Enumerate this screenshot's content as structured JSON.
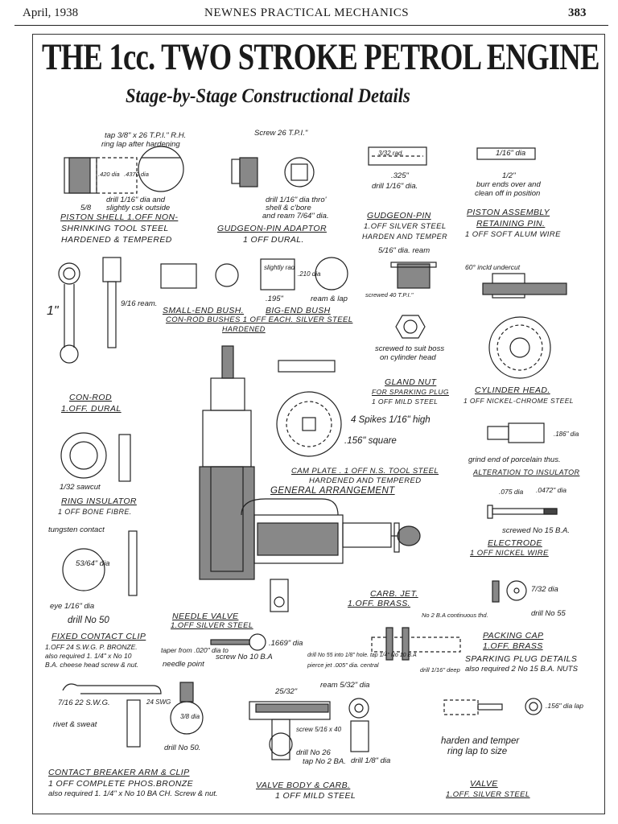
{
  "header": {
    "date": "April, 1938",
    "publication": "NEWNES PRACTICAL MECHANICS",
    "page_number": "383"
  },
  "title": "THE 1cc. TWO STROKE PETROL ENGINE",
  "subtitle": "Stage-by-Stage Constructional Details",
  "captions": {
    "piston_shell": [
      "PISTON SHELL 1.OFF NON-",
      "SHRINKING TOOL STEEL",
      "HARDENED & TEMPERED"
    ],
    "gudgeon_pin_adaptor": [
      "GUDGEON-PIN ADAPTOR",
      "1 OFF DURAL."
    ],
    "gudgeon_pin": [
      "GUDGEON-PIN",
      "1.OFF SILVER STEEL",
      "HARDEN AND TEMPER"
    ],
    "retaining_pin": [
      "PISTON ASSEMBLY",
      "RETAINING PIN.",
      "1 OFF SOFT ALUM WIRE"
    ],
    "small_end_bush": "SMALL-END BUSH.",
    "big_end_bush": "BIG-END BUSH",
    "con_rod_bushes": [
      "CON-ROD BUSHES 1 OFF EACH. SILVER STEEL",
      "HARDENED"
    ],
    "con_rod": [
      "CON-ROD",
      "1.OFF. DURAL"
    ],
    "gland_nut": [
      "GLAND NUT",
      "FOR SPARKING PLUG",
      "1 OFF MILD STEEL"
    ],
    "cylinder_head": [
      "CYLINDER HEAD.",
      "1 OFF NICKEL-CHROME STEEL"
    ],
    "cam_plate": [
      "CAM PLATE . 1 OFF N.S. TOOL STEEL",
      "HARDENED AND TEMPERED"
    ],
    "general_arrangement": "GENERAL ARRANGEMENT",
    "insulator": "ALTERATION TO INSULATOR",
    "ring_insulator": [
      "RING INSULATOR",
      "1 OFF BONE FIBRE."
    ],
    "electrode": [
      "ELECTRODE",
      "1 OFF NICKEL WIRE"
    ],
    "carb_jet": [
      "CARB. JET.",
      "1.OFF. BRASS."
    ],
    "needle_valve": [
      "NEEDLE VALVE",
      "1.OFF SILVER STEEL"
    ],
    "fixed_contact_clip": [
      "FIXED CONTACT CLIP",
      "1.OFF 24 S.W.G. P. BRONZE.",
      "also required 1. 1/4\" x No 10",
      "B.A. cheese head screw & nut."
    ],
    "packing_cap": [
      "PACKING CAP",
      "1.OFF. BRASS"
    ],
    "sparking_plug": [
      "SPARKING PLUG DETAILS",
      "also required 2 No 15 B.A. NUTS"
    ],
    "contact_breaker": [
      "CONTACT BREAKER ARM & CLIP",
      "1 OFF COMPLETE PHOS.BRONZE",
      "also required 1. 1/4\" x No 10 BA CH. Screw & nut."
    ],
    "valve_body": [
      "VALVE BODY & CARB.",
      "1 OFF MILD STEEL"
    ],
    "valve": [
      "VALVE",
      "1.OFF. SILVER STEEL"
    ],
    "valve_note": [
      "harden and temper",
      "ring lap to size"
    ]
  },
  "notes": {
    "tap": "tap 3/8\" x 26 T.P.I.\" R.H.",
    "ring_lap": "ring lap after hardening",
    "dia_420": ".420 dia",
    "dia_4370": ".4370 dia",
    "drill_piston": "drill 1/16\" dia and",
    "csk": "slightly csk outside",
    "five_eighths": "5/8",
    "screw26": "Screw 26 T.P.I.\"",
    "drill_adaptor": "drill 1/16\" dia thro'",
    "shell_cbore": "shell & c'bore",
    "ream_adaptor": "and ream 7/64\" dia.",
    "rad": "3/32 rad.",
    "dia_325": ".325\"",
    "drill_gpin": "drill 1/16\" dia.",
    "dia_116": "1/16\" dia",
    "half": "1/2\"",
    "burr": "burr ends over and",
    "clean": "clean off in position",
    "one_inch": "1\"",
    "ream_916": "9/16 ream.",
    "slightly_rad": "slightly rad",
    "dia_210": ".210 dia",
    "dia_195": ".195\"",
    "ream_lap": "ream & lap",
    "ream_516": "5/16\" dia. ream",
    "screwed40": "screwed 40 T.P.I.\"",
    "screwed_suit": "screwed to suit boss",
    "on_head": "on cylinder head",
    "undercut": "60° incld undercut",
    "spikes": "4 Spikes 1/16\" high",
    "square": ".156\" square",
    "grind": "grind end of porcelain thus.",
    "dia_186": ".186\" dia",
    "dia_075": ".075 dia",
    "dia_0472": ".0472\" dia",
    "screwed15": "screwed No 15 B.A.",
    "tungsten": "tungsten contact",
    "dia_5364": "53/64\" dia",
    "eye": "eye 1/16\" dia",
    "drill50": "drill No 50",
    "sawcut": "1/32 sawcut",
    "dia_1669": ".1669\" dia",
    "taper": "taper from .020\" dia to",
    "needle_point": "needle point",
    "screw10": "screw No 10 B.A",
    "nb2": "No 2 B.A continuous thd.",
    "drill55_jet": "drill No 55 into 1/8\" hole. tap 1/4\" No 10 B.A",
    "pierce": "pierce jet .005\" dia. central",
    "drill55": "drill No 55",
    "dia_732": "7/32 dia",
    "rivet": "rivet & sweat",
    "swg22": "7/16 22 S.W.G.",
    "swg24": "24 SWG",
    "dia_38": "3/8 dia",
    "drill50b": "drill No 50.",
    "ream532": "ream 5/32\" dia",
    "dim2532": "25/32\"",
    "screw40": "screw 5/16 x 40",
    "drill26": "drill No 26",
    "tap2ba": "tap No 2 BA.",
    "drill18": "drill 1/8\" dia",
    "dia_156": ".156\" dia lap",
    "drill116": "drill 1/16\" deep"
  }
}
